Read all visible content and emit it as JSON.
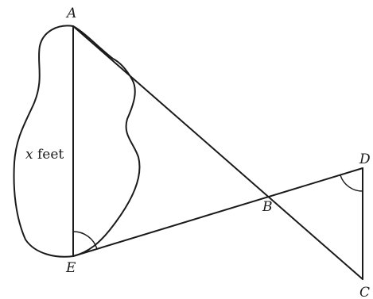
{
  "diagram": {
    "points": {
      "a": "A",
      "b": "B",
      "c": "C",
      "d": "D",
      "e": "E"
    },
    "side_label": {
      "variable": "x",
      "unit": "feet"
    }
  }
}
